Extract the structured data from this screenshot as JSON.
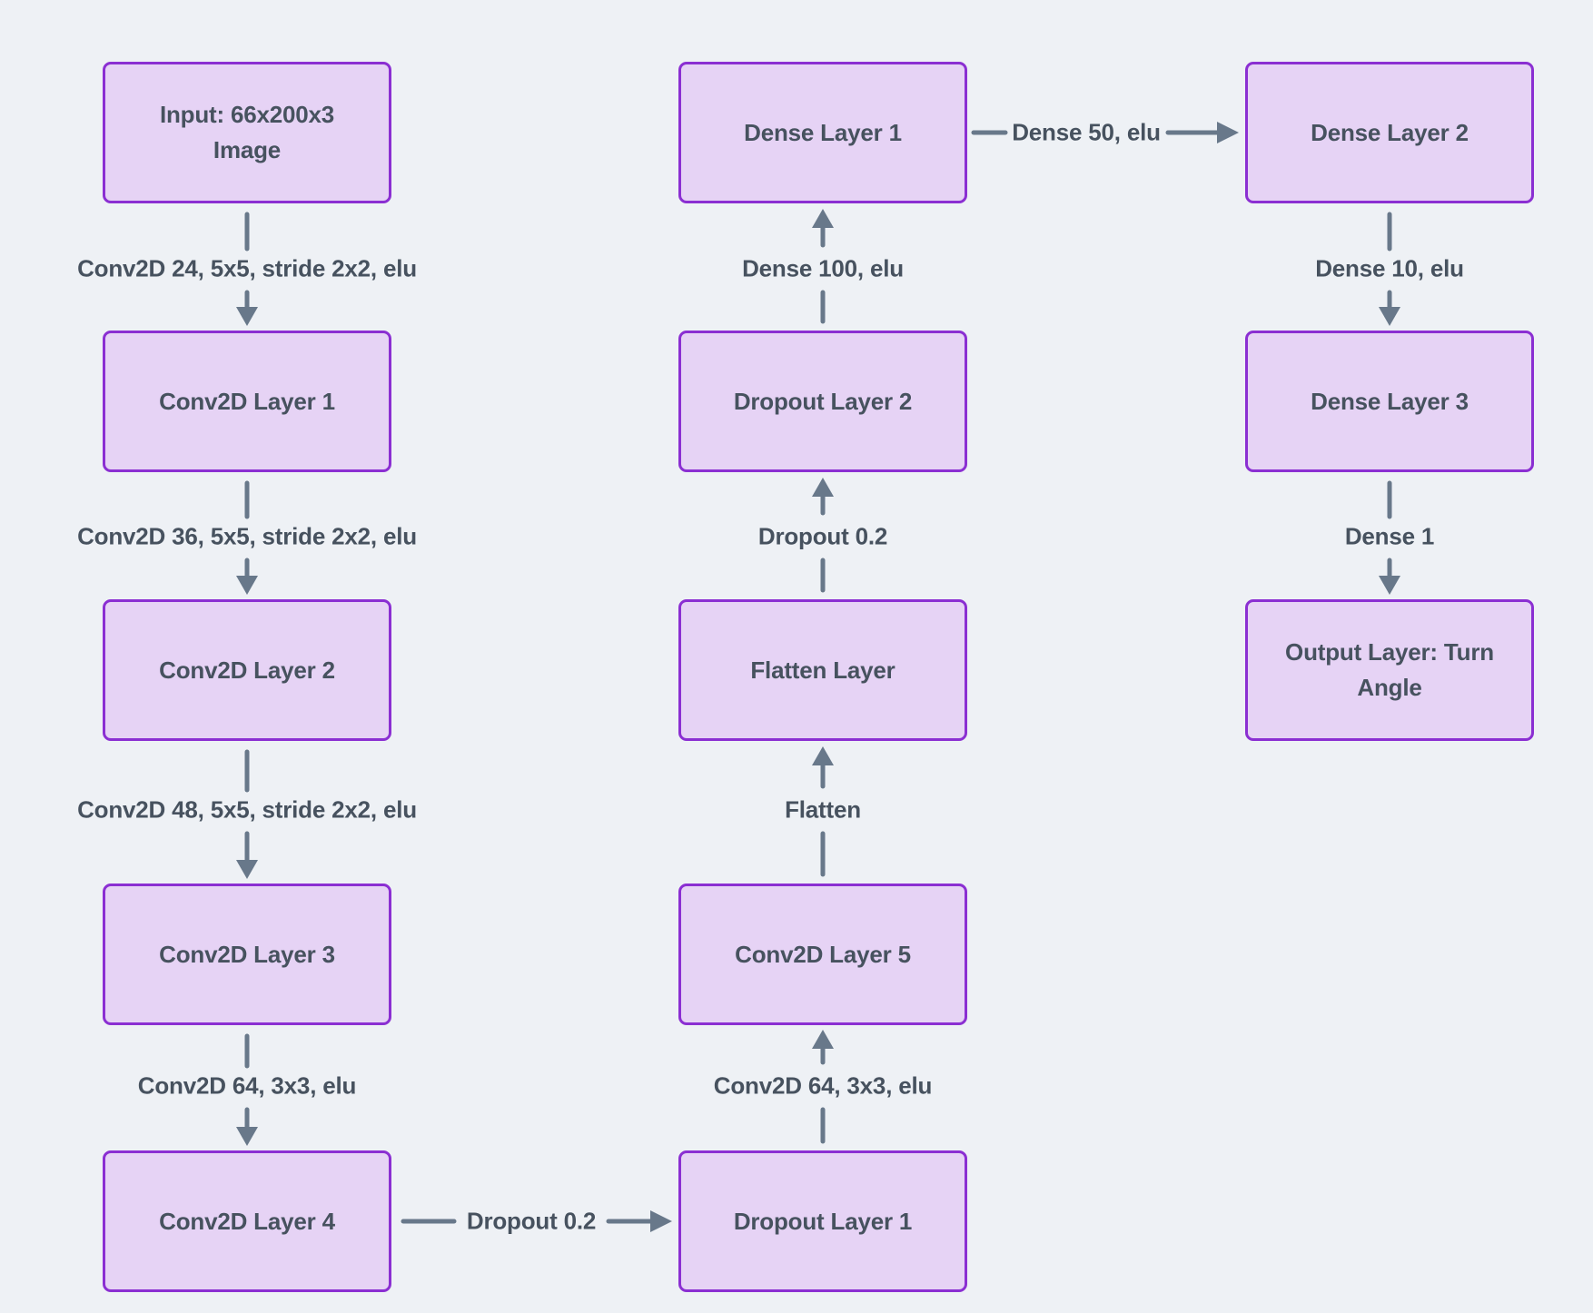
{
  "diagram": {
    "type": "flowchart",
    "subject": "CNN self-driving model architecture",
    "colors": {
      "background": "#eef1f5",
      "node_fill": "#e6d3f5",
      "node_border": "#8b2fd2",
      "node_text": "#47525f",
      "edge_label_text": "#47525f",
      "arrow": "#68788a"
    },
    "nodes": {
      "input": {
        "label": "Input: 66x200x3 Image"
      },
      "conv1": {
        "label": "Conv2D Layer 1"
      },
      "conv2": {
        "label": "Conv2D Layer 2"
      },
      "conv3": {
        "label": "Conv2D Layer 3"
      },
      "conv4": {
        "label": "Conv2D Layer 4"
      },
      "dense1": {
        "label": "Dense Layer 1"
      },
      "dropout2": {
        "label": "Dropout Layer 2"
      },
      "flatten": {
        "label": "Flatten Layer"
      },
      "conv5": {
        "label": "Conv2D Layer 5"
      },
      "dropout1": {
        "label": "Dropout Layer 1"
      },
      "dense2": {
        "label": "Dense Layer 2"
      },
      "dense3": {
        "label": "Dense Layer 3"
      },
      "output": {
        "label": "Output Layer: Turn Angle"
      }
    },
    "edges": {
      "input_conv1": {
        "from": "input",
        "to": "conv1",
        "label": "Conv2D 24, 5x5, stride 2x2, elu"
      },
      "conv1_conv2": {
        "from": "conv1",
        "to": "conv2",
        "label": "Conv2D 36, 5x5, stride 2x2, elu"
      },
      "conv2_conv3": {
        "from": "conv2",
        "to": "conv3",
        "label": "Conv2D 48, 5x5, stride 2x2, elu"
      },
      "conv3_conv4": {
        "from": "conv3",
        "to": "conv4",
        "label": "Conv2D 64, 3x3, elu"
      },
      "conv4_dropout1": {
        "from": "conv4",
        "to": "dropout1",
        "label": "Dropout 0.2"
      },
      "dropout1_conv5": {
        "from": "dropout1",
        "to": "conv5",
        "label": "Conv2D 64, 3x3, elu"
      },
      "conv5_flatten": {
        "from": "conv5",
        "to": "flatten",
        "label": "Flatten"
      },
      "flatten_dropout2": {
        "from": "flatten",
        "to": "dropout2",
        "label": "Dropout 0.2"
      },
      "dropout2_dense1": {
        "from": "dropout2",
        "to": "dense1",
        "label": "Dense 100, elu"
      },
      "dense1_dense2": {
        "from": "dense1",
        "to": "dense2",
        "label": "Dense 50, elu"
      },
      "dense2_dense3": {
        "from": "dense2",
        "to": "dense3",
        "label": "Dense 10, elu"
      },
      "dense3_output": {
        "from": "dense3",
        "to": "output",
        "label": "Dense 1"
      }
    }
  }
}
